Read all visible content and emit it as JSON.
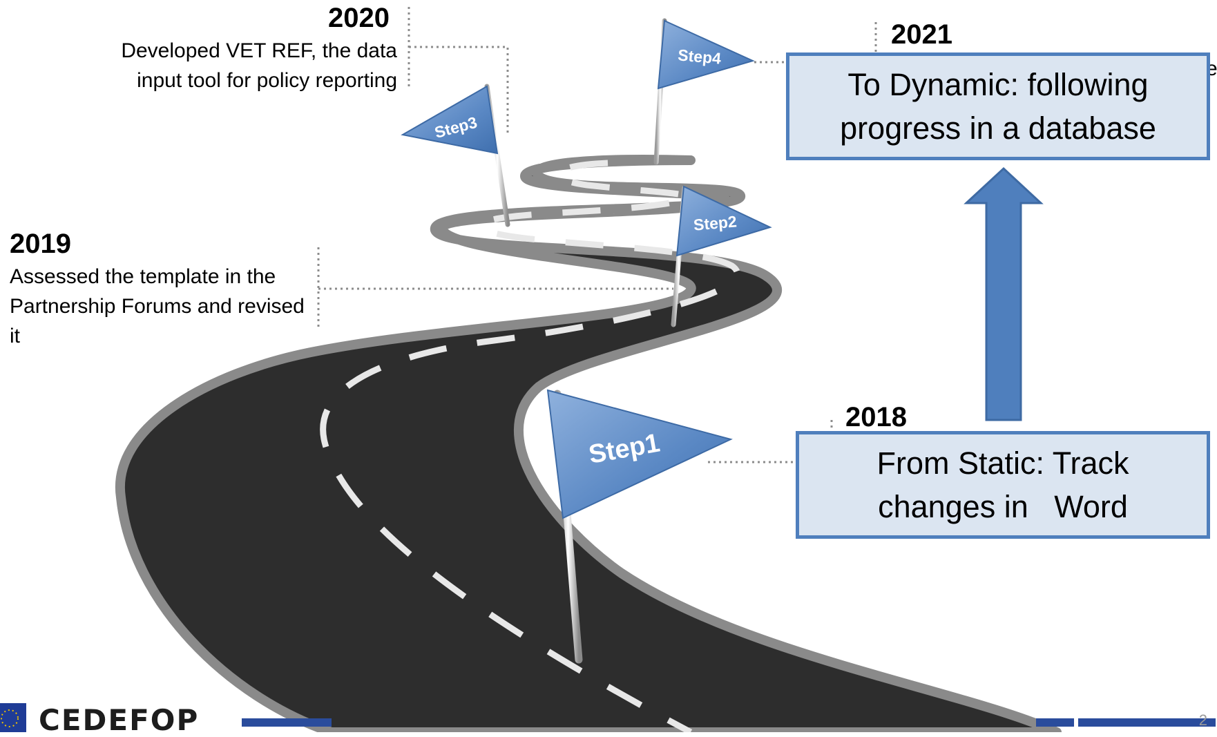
{
  "milestones": [
    {
      "year": "2020",
      "description": "Developed VET REF, the data input tool for policy reporting"
    },
    {
      "year": "2019",
      "description": "Assessed the template in the Partnership Forums and revised it"
    },
    {
      "year": "2021"
    },
    {
      "year": "2018"
    }
  ],
  "flags": [
    "Step1",
    "Step2",
    "Step3",
    "Step4"
  ],
  "boxes": {
    "dynamic": {
      "line1": "To Dynamic: following",
      "line2": "progress in a database"
    },
    "static": {
      "line1": "From Static: Track",
      "line2": "changes in   Word"
    }
  },
  "cut_off_text": "e",
  "footer": {
    "logo": "CEDEFOP",
    "page_number": "2"
  },
  "colors": {
    "flag": "#4f7fbd",
    "box_fill": "#dbe5f1",
    "box_border": "#4f7fbd",
    "road": "#2e2e2e",
    "footer_bar": "#2a4c9c"
  }
}
